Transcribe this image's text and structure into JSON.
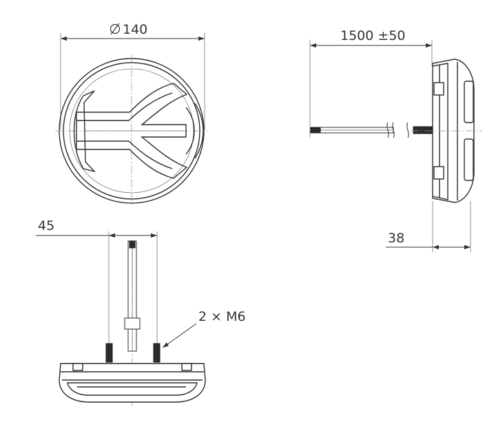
{
  "dimensions": {
    "diameter": "140",
    "cable_length": "1500 ±50",
    "depth": "38",
    "stud_spacing": "45",
    "studs": "2 × M6"
  },
  "symbols": {
    "diameter": "diameter-symbol"
  },
  "colors": {
    "line": "#2b2b2b",
    "dimension": "#333333",
    "background": "#ffffff"
  }
}
